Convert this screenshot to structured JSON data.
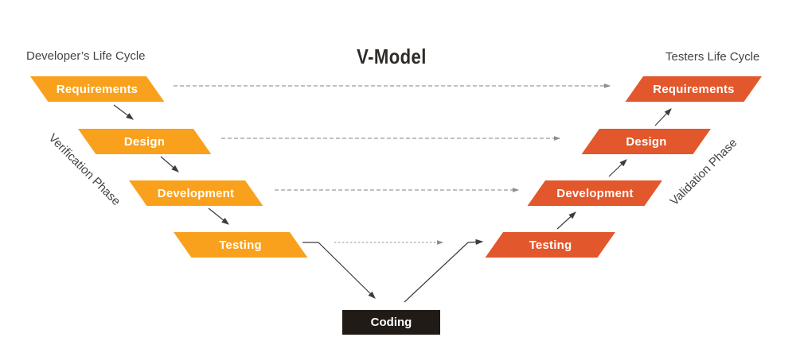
{
  "title": "V-Model",
  "developer_lifecycle": {
    "label": "Developer’s Life Cycle",
    "phase_label": "Verification Phase",
    "stages": [
      {
        "label": "Requirements"
      },
      {
        "label": "Design"
      },
      {
        "label": "Development"
      },
      {
        "label": "Testing"
      }
    ]
  },
  "tester_lifecycle": {
    "label": "Testers Life Cycle",
    "phase_label": "Validation Phase",
    "stages": [
      {
        "label": "Requirements"
      },
      {
        "label": "Design"
      },
      {
        "label": "Development"
      },
      {
        "label": "Testing"
      }
    ]
  },
  "coding_label": "Coding",
  "arrows": {
    "cross_links": [
      "Requirements to Requirements",
      "Design to Design",
      "Development to Development",
      "Testing to Testing"
    ],
    "style_cross": "dashed",
    "style_flow": "solid"
  },
  "colors": {
    "developer-stage": "#F9A11C",
    "tester-stage": "#E2572B",
    "coding-bg": "#201B16",
    "stage-text": "#FFFFFF",
    "title-text": "#2E2B28",
    "label-text": "#434343",
    "solid-arrow": "#3C3C3C",
    "dashed-arrow": "#9A9A9A"
  }
}
